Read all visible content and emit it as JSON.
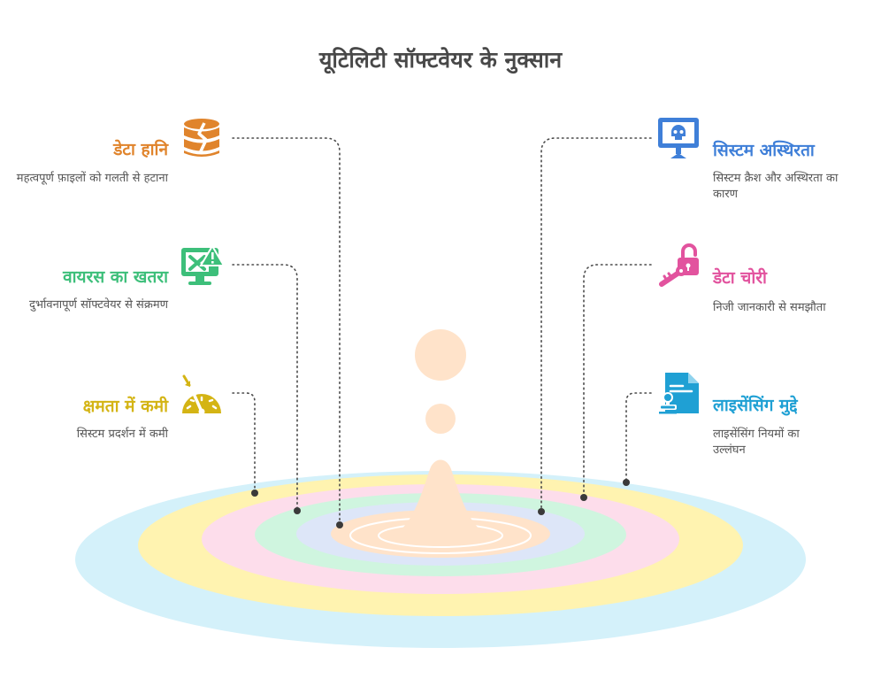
{
  "title": "यूटिलिटी सॉफ्टवेयर के नुक्सान",
  "items": [
    {
      "title": "डेटा हानि",
      "description": "महत्वपूर्ण फ़ाइलों को गलती से हटाना",
      "icon": "database-broken-icon",
      "color": "#E0842C"
    },
    {
      "title": "वायरस का खतरा",
      "description": "दुर्भावनापूर्ण सॉफ्टवेयर से संक्रमण",
      "icon": "monitor-virus-warning-icon",
      "color": "#3DBF7A"
    },
    {
      "title": "क्षमता में कमी",
      "description": "सिस्टम प्रदर्शन में कमी",
      "icon": "speedometer-icon",
      "color": "#D4B414"
    },
    {
      "title": "सिस्टम अस्थिरता",
      "description": "सिस्टम क्रैश और अस्थिरता का कारण",
      "icon": "monitor-skull-icon",
      "color": "#3F7FD8"
    },
    {
      "title": "डेटा चोरी",
      "description": "निजी जानकारी से समझौता",
      "icon": "unlocked-padlock-key-icon",
      "color": "#E2539E"
    },
    {
      "title": "लाइसेंसिंग मुद्दे",
      "description": "लाइसेंसिंग नियमों का उल्लंघन",
      "icon": "document-stamp-icon",
      "color": "#1FA0D4"
    }
  ],
  "colors": {
    "ring_outer_blue": "#D4F1FA",
    "ring_yellow": "#FFF3B0",
    "ring_pink": "#FDDDEB",
    "ring_green": "#CFF5DF",
    "ring_lavender": "#DDE6F8",
    "ring_center": "#FFE3CA",
    "connector": "#4a4a4a"
  }
}
